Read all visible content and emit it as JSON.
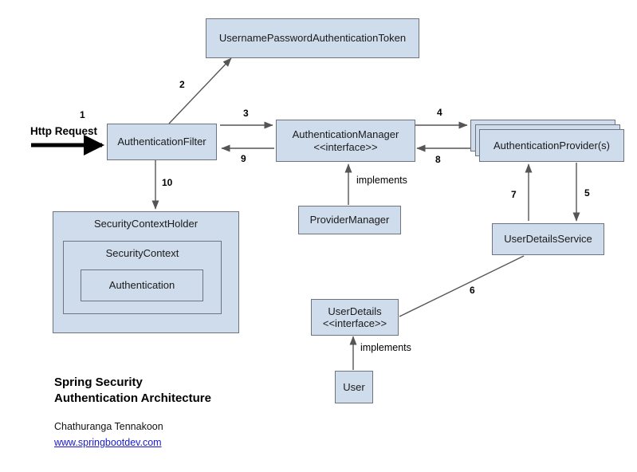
{
  "diagram": {
    "title_lines": [
      "Spring Security",
      "Authentication Architecture"
    ],
    "author": "Chathuranga Tennakoon",
    "website": "www.springbootdev.com",
    "colors": {
      "box_fill": "#cfdcec",
      "box_stroke": "#6b7480",
      "arrow": "#555555",
      "request_arrow": "#000000",
      "link": "#1a1ad0"
    },
    "nodes": {
      "token": {
        "label": "UsernamePasswordAuthenticationToken"
      },
      "authentication_filter": {
        "label": "AuthenticationFilter"
      },
      "authentication_manager": {
        "label": "AuthenticationManager",
        "stereotype": "<<interface>>"
      },
      "authentication_provider": {
        "label": "AuthenticationProvider(s)"
      },
      "provider_manager": {
        "label": "ProviderManager"
      },
      "user_details_service": {
        "label": "UserDetailsService"
      },
      "user_details": {
        "label": "UserDetails",
        "stereotype": "<<interface>>"
      },
      "user": {
        "label": "User"
      },
      "security_context_holder": {
        "label": "SecurityContextHolder"
      },
      "security_context": {
        "label": "SecurityContext"
      },
      "authentication": {
        "label": "Authentication"
      }
    },
    "edges": {
      "http_request": {
        "number": "1",
        "label": "Http Request"
      },
      "filter_to_token": {
        "number": "2"
      },
      "filter_to_manager": {
        "number": "3"
      },
      "manager_to_provider": {
        "number": "4"
      },
      "provider_to_uds": {
        "number": "5"
      },
      "uds_to_userdetails": {
        "number": "6"
      },
      "uds_to_provider": {
        "number": "7"
      },
      "provider_to_manager": {
        "number": "8"
      },
      "manager_to_filter": {
        "number": "9"
      },
      "filter_to_context": {
        "number": "10"
      },
      "provider_manager_implements": {
        "label": "implements"
      },
      "user_implements": {
        "label": "implements"
      }
    }
  }
}
